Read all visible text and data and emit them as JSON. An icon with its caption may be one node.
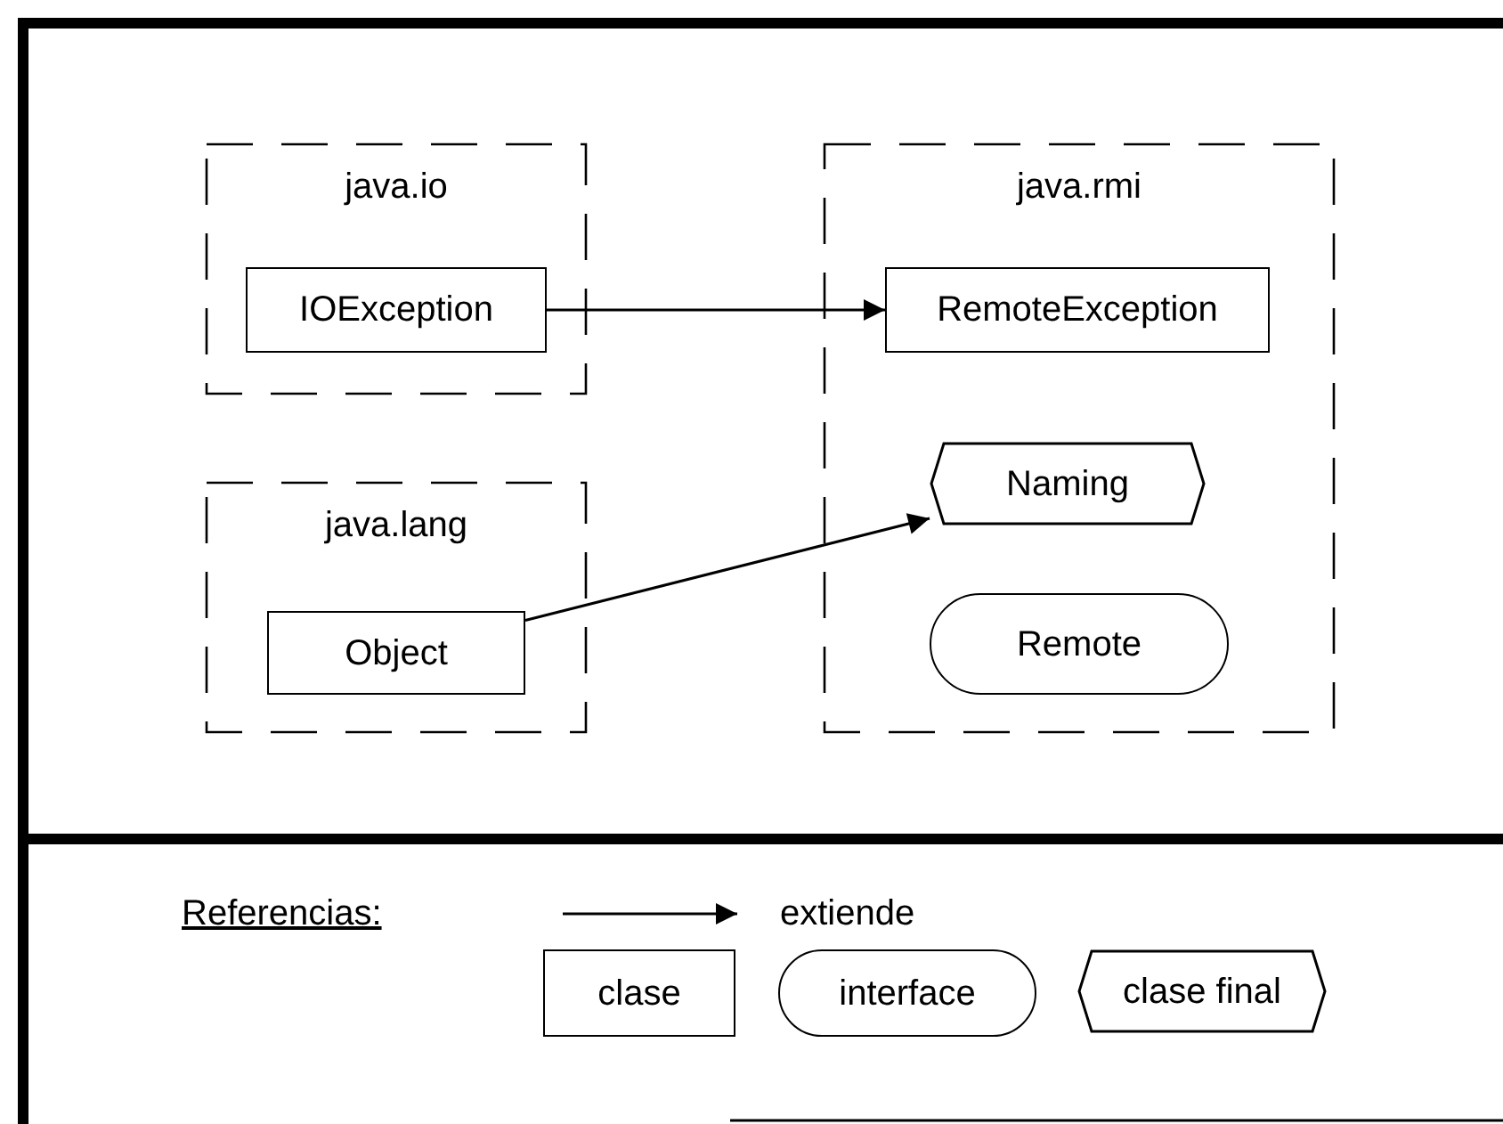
{
  "diagram": {
    "nodes": [
      {
        "text": [
          "java.io"
        ]
      },
      {
        "text": [
          "IOException"
        ],
        "in": 0
      },
      {
        "text": [
          "java.lang"
        ]
      },
      {
        "text": [
          "Object"
        ],
        "in": 2
      },
      {
        "text": [
          "java.rmi"
        ]
      },
      {
        "text": [
          "RemoteException"
        ],
        "in": 4
      },
      {
        "text": [
          "Naming"
        ],
        "in": 4
      },
      {
        "text": [
          "Remote"
        ],
        "in": 4
      },
      {
        "text": [
          "clase"
        ]
      },
      {
        "text": [
          "interface"
        ]
      },
      {
        "text": [
          "clase final"
        ]
      }
    ],
    "edges": [
      {
        "from": 1,
        "to": 5,
        "arrow": "to"
      },
      {
        "from": 3,
        "to": 6,
        "arrow": "to"
      }
    ],
    "labels": [
      "Referencias:"
    ],
    "legend": [
      {
        "text": "extiende"
      }
    ]
  }
}
